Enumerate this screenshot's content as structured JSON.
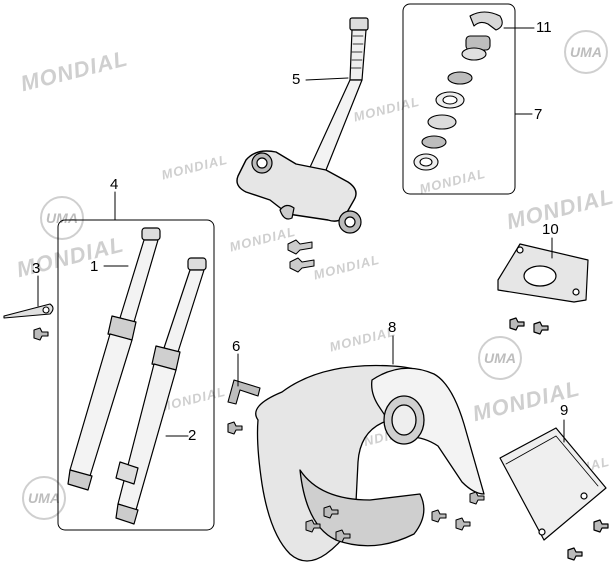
{
  "watermarks": {
    "brand": "MONDIAL",
    "logo": "UMA"
  },
  "callouts": {
    "n1": "1",
    "n2": "2",
    "n3": "3",
    "n4": "4",
    "n5": "5",
    "n6": "6",
    "n7": "7",
    "n8": "8",
    "n9": "9",
    "n10": "10",
    "n11": "11"
  }
}
